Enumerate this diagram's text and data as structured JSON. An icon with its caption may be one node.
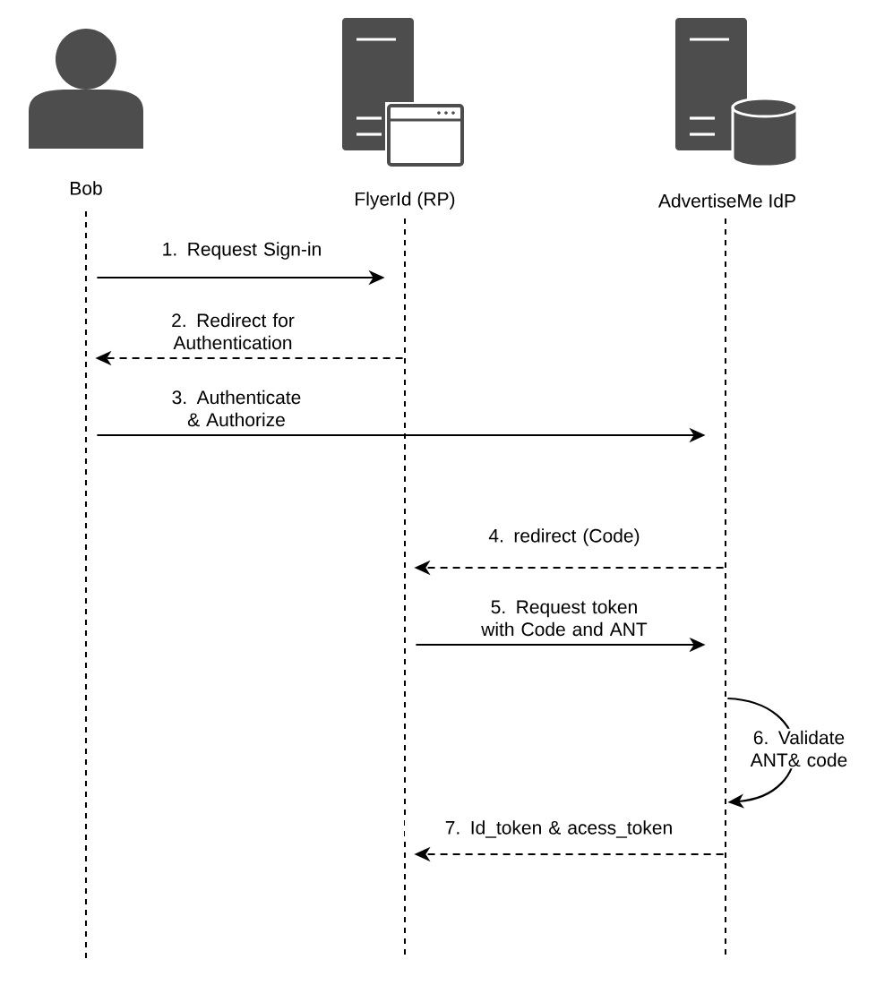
{
  "diagram": {
    "nodes": [
      {
        "text": [
          "Bob"
        ]
      },
      {
        "text": [
          "FlyerId (RP)"
        ]
      },
      {
        "text": [
          "AdvertiseMe IdP"
        ]
      },
      {
        "text": [],
        "shape": "line"
      },
      {
        "text": [],
        "shape": "line"
      },
      {
        "text": [],
        "shape": "line"
      }
    ],
    "edges": [
      {
        "from": 3,
        "to": 4,
        "arrow": "to",
        "label": "1. Request Sign-in"
      },
      {
        "from": 4,
        "to": 3,
        "arrow": "to",
        "style": "dashed",
        "label": "2. Redirect for Authentication"
      },
      {
        "from": 3,
        "to": 5,
        "arrow": "to",
        "label": "3. Authenticate & Authorize"
      },
      {
        "from": 5,
        "to": 4,
        "arrow": "to",
        "style": "dashed",
        "label": "4. redirect (Code)"
      },
      {
        "from": 4,
        "to": 5,
        "arrow": "to",
        "label": "5. Request token with Code and ANT"
      },
      {
        "from": 5,
        "to": 5,
        "arrow": "to",
        "label": "6. Validate ANT& code"
      },
      {
        "from": 5,
        "to": 4,
        "arrow": "to",
        "style": "dashed",
        "label": "7. Id_token & acess_token"
      }
    ]
  }
}
